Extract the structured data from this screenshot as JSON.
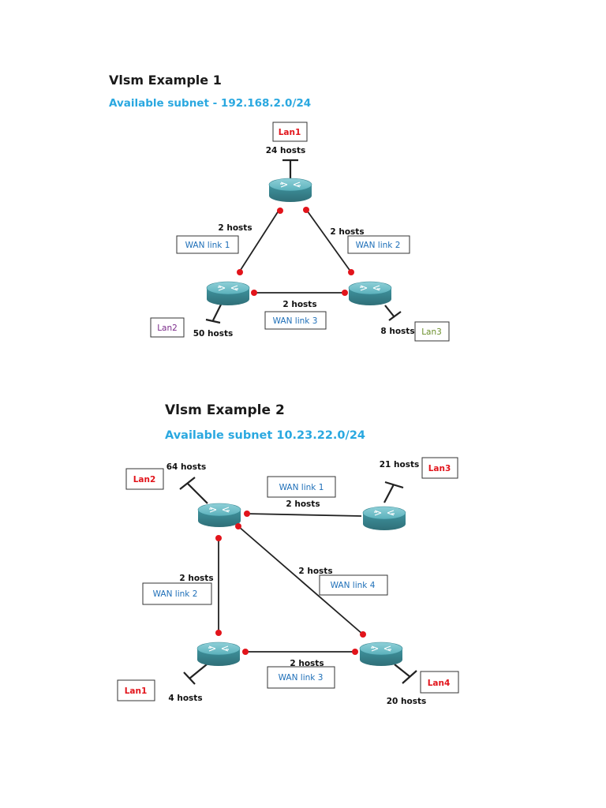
{
  "example1": {
    "title": "Vlsm Example 1",
    "subtitle": "Available subnet - 192.168.2.0/24",
    "lans": [
      {
        "name": "Lan1",
        "hosts": "24 hosts"
      },
      {
        "name": "Lan2",
        "hosts": "50 hosts"
      },
      {
        "name": "Lan3",
        "hosts": "8 hosts"
      }
    ],
    "wan_links": [
      {
        "name": "WAN link 1",
        "hosts": "2 hosts"
      },
      {
        "name": "WAN link 2",
        "hosts": "2 hosts"
      },
      {
        "name": "WAN link 3",
        "hosts": "2 hosts"
      }
    ]
  },
  "example2": {
    "title": "Vlsm Example 2",
    "subtitle": "Available subnet 10.23.22.0/24",
    "lans": [
      {
        "name": "Lan1",
        "hosts": "4 hosts"
      },
      {
        "name": "Lan2",
        "hosts": "64 hosts"
      },
      {
        "name": "Lan3",
        "hosts": "21 hosts"
      },
      {
        "name": "Lan4",
        "hosts": "20 hosts"
      }
    ],
    "wan_links": [
      {
        "name": "WAN link 1",
        "hosts": "2 hosts"
      },
      {
        "name": "WAN link 2",
        "hosts": "2 hosts"
      },
      {
        "name": "WAN link 3",
        "hosts": "2 hosts"
      },
      {
        "name": "WAN link 4",
        "hosts": "2 hosts"
      }
    ]
  },
  "colors": {
    "subtitle": "#2aa8e0",
    "lan_label": "#e2141b",
    "wan_label": "#1e6fb8",
    "interface_dot": "#e2141b",
    "router": "#4fa3ad"
  }
}
